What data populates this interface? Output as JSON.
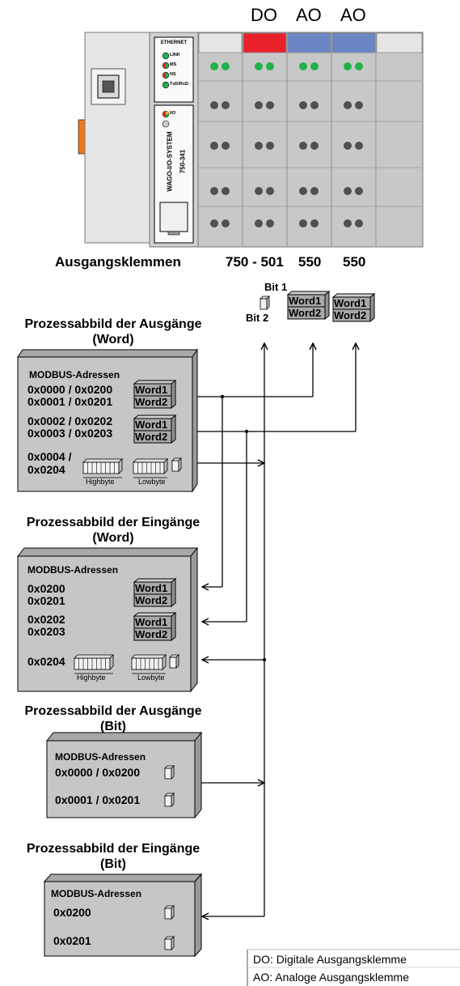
{
  "module_labels": {
    "do": "DO",
    "ao1": "AO",
    "ao2": "AO"
  },
  "controller": {
    "ethernet": "ETHERNET",
    "leds": [
      "LINK",
      "MS",
      "NS",
      "TxD/RxD"
    ],
    "io_led": "I/O",
    "system": "WAGO-I/O-SYSTEM",
    "model": "750-341"
  },
  "output_terminals": {
    "label": "Ausgangsklemmen",
    "model1": "750 - 501",
    "model2": "550",
    "model3": "550"
  },
  "bits": {
    "bit1": "Bit 1",
    "bit2": "Bit 2"
  },
  "word": {
    "w1": "Word1",
    "w2": "Word2"
  },
  "sections": {
    "out_word": {
      "title1": "Prozessabbild der Ausgänge",
      "title2": "(Word)",
      "header": "MODBUS-Adressen",
      "a1": "0x0000 / 0x0200",
      "a2": "0x0001 / 0x0201",
      "a3": "0x0002 / 0x0202",
      "a4": "0x0003 / 0x0203",
      "a5a": "0x0004 /",
      "a5b": "0x0204",
      "highbyte": "Highbyte",
      "lowbyte": "Lowbyte"
    },
    "in_word": {
      "title1": "Prozessabbild der Eingänge",
      "title2": "(Word)",
      "header": "MODBUS-Adressen",
      "a1": "0x0200",
      "a2": "0x0201",
      "a3": "0x0202",
      "a4": "0x0203",
      "a5": "0x0204",
      "highbyte": "Highbyte",
      "lowbyte": "Lowbyte"
    },
    "out_bit": {
      "title1": "Prozessabbild der Ausgänge",
      "title2": "(Bit)",
      "header": "MODBUS-Adressen",
      "a1": "0x0000 / 0x0200",
      "a2": "0x0001 / 0x0201"
    },
    "in_bit": {
      "title1": "Prozessabbild der Eingänge",
      "title2": "(Bit)",
      "header": "MODBUS-Adressen",
      "a1": "0x0200",
      "a2": "0x0201"
    }
  },
  "legend": {
    "do": "DO: Digitale Ausgangsklemme",
    "ao": "AO: Analoge Ausgangsklemme"
  },
  "colors": {
    "do_header": "#e8212a",
    "ao_header": "#6b86c4",
    "led_green": "#22b14c",
    "panel_gray": "#c8c8c8",
    "box_face": "#c6c6c6"
  }
}
